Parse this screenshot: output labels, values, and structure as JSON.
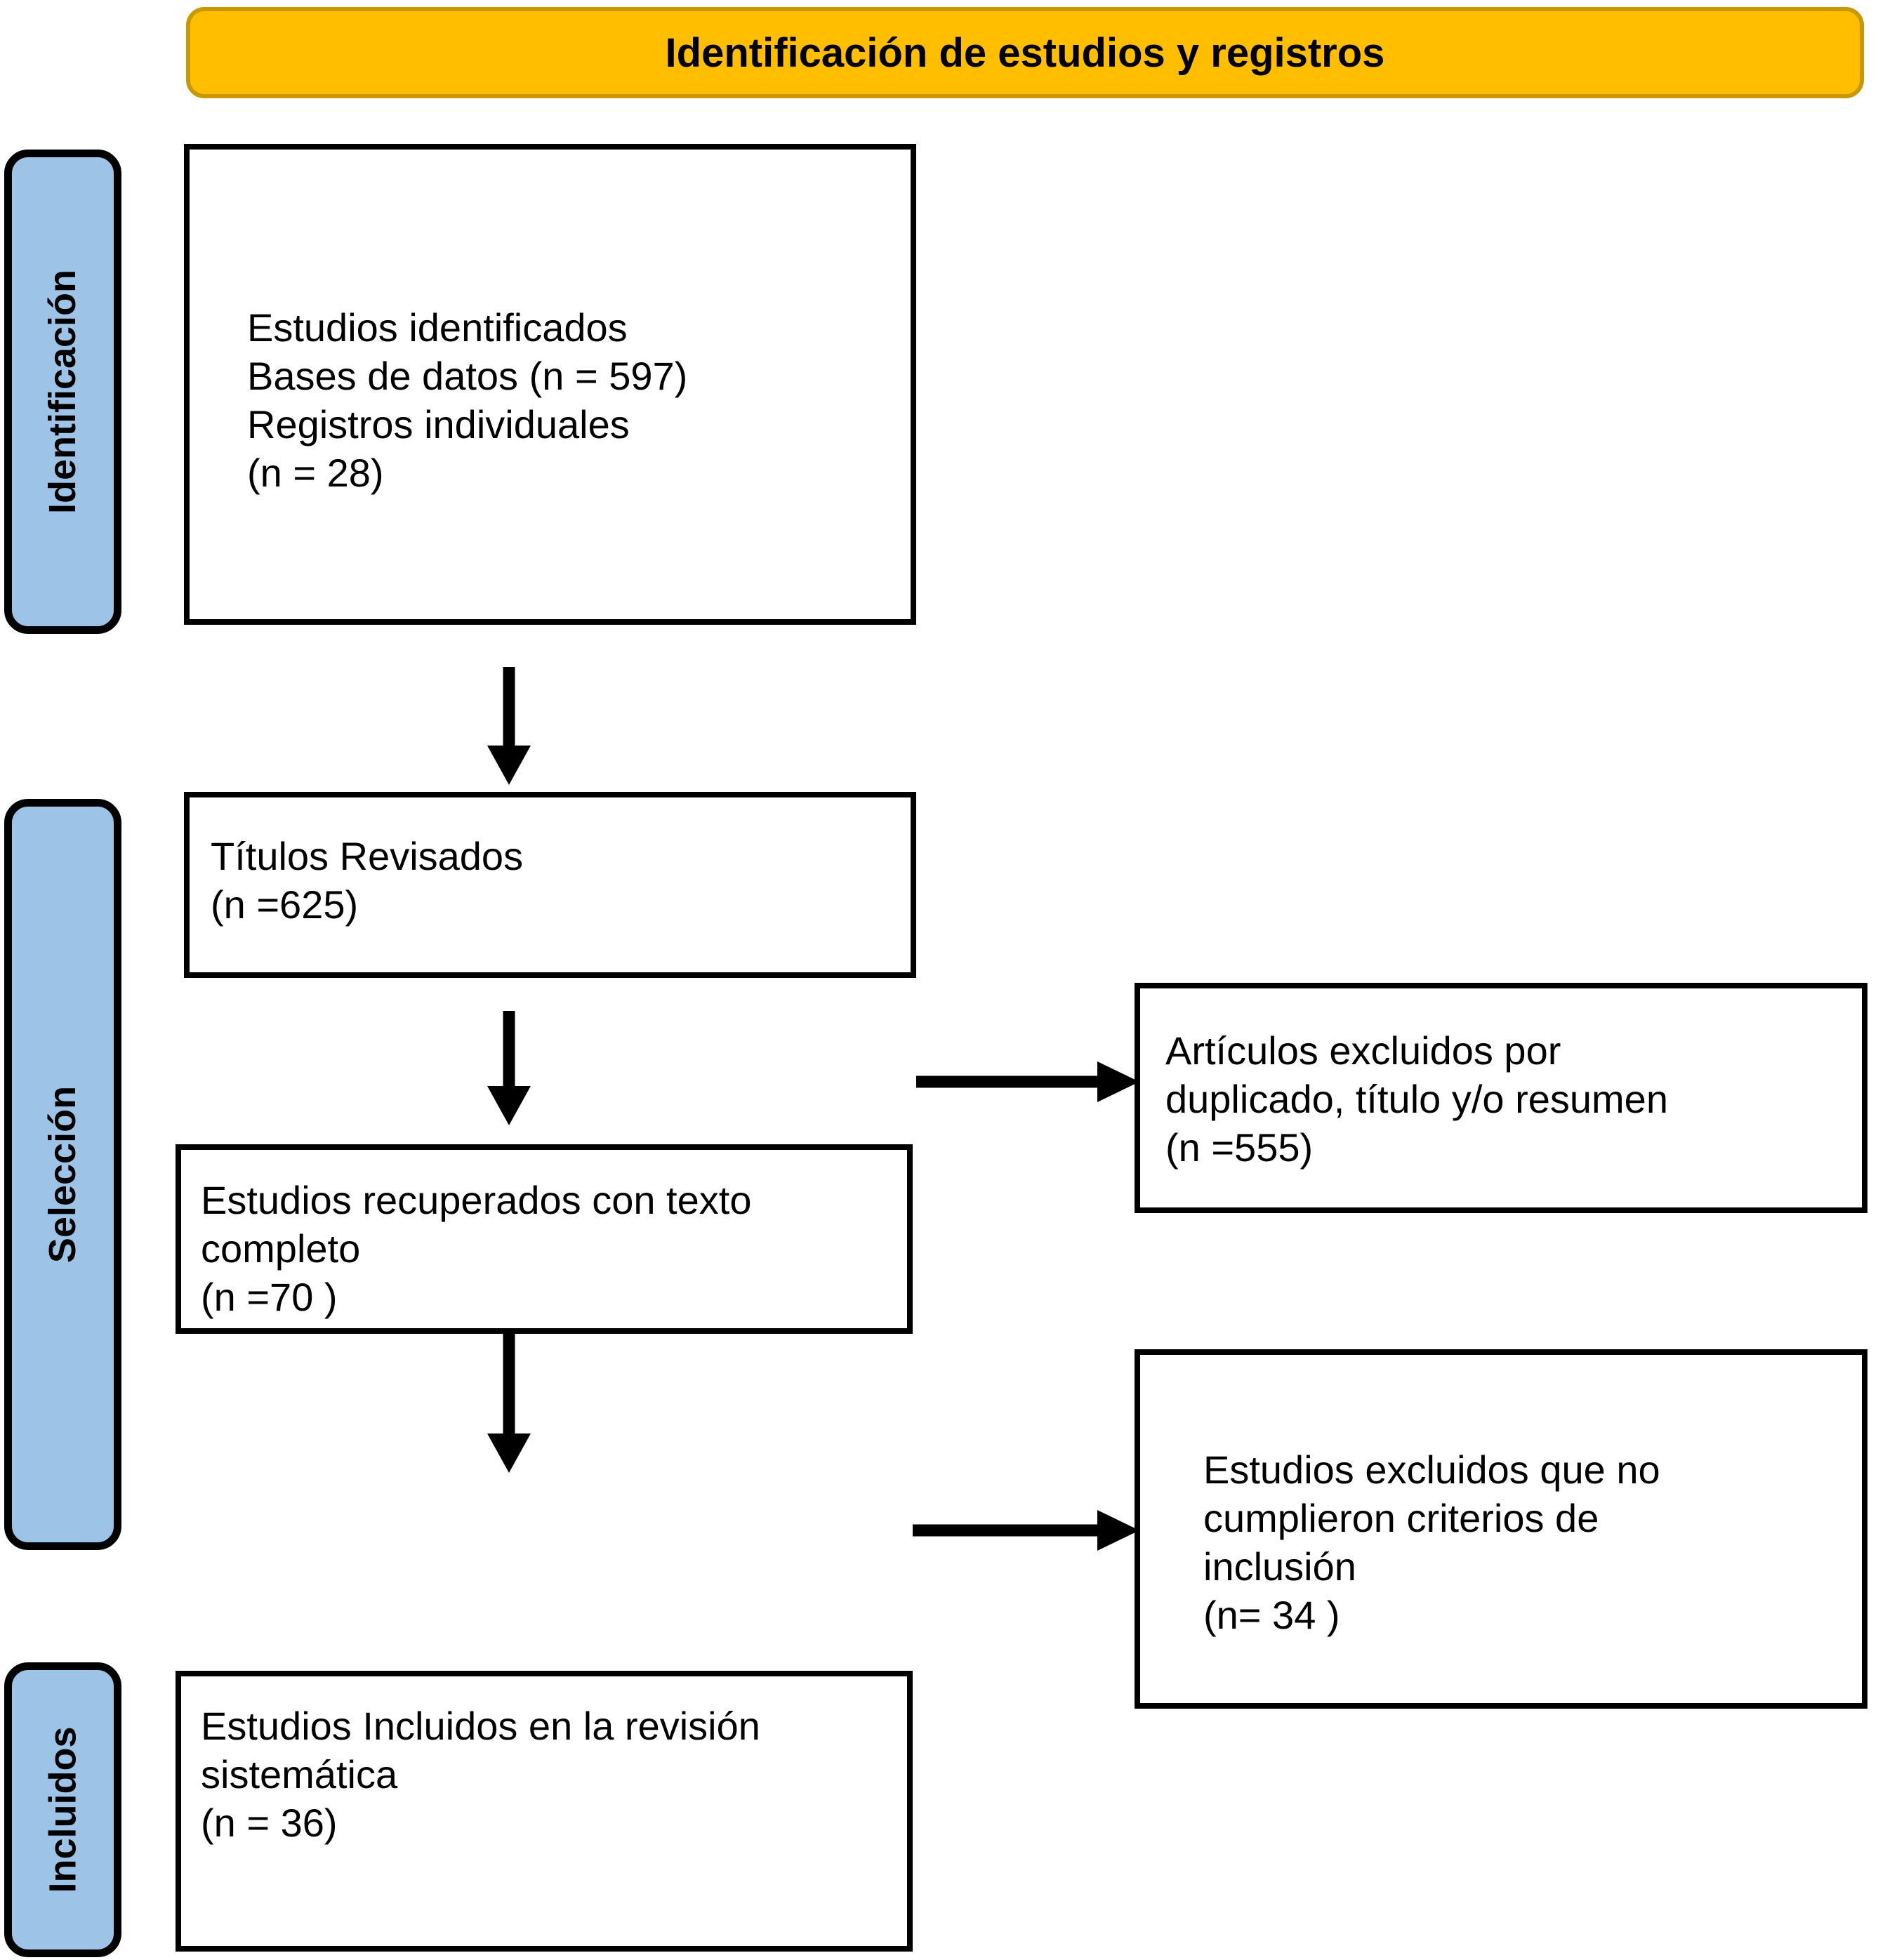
{
  "title": {
    "text": "Identificación de estudios y registros",
    "background_color": "#FFBF00",
    "border_color": "#C99700"
  },
  "stages": [
    {
      "id": "identificacion",
      "label": "Identificación",
      "color": "#9DC3E6"
    },
    {
      "id": "seleccion",
      "label": "Selección",
      "color": "#9DC3E6"
    },
    {
      "id": "incluidos",
      "label": "Incluidos",
      "color": "#9DC3E6"
    }
  ],
  "boxes": {
    "identified": {
      "text": "Estudios identificados\nBases de datos  (n = 597)\nRegistros individuales\n (n = 28)"
    },
    "titles_screened": {
      "text": "Títulos Revisados\n(n =625)"
    },
    "full_text_retrieved": {
      "text": "Estudios recuperados con texto\ncompleto\n(n =70 )"
    },
    "excluded_duplicates": {
      "text": "Artículos excluidos por\nduplicado, título y/o resumen\n(n =555)"
    },
    "excluded_criteria": {
      "text": "Estudios excluidos que no\ncumplieron criterios de\ninclusión\n(n= 34 )"
    },
    "included": {
      "text": "Estudios Incluidos en la revisión\nsistemática\n(n = 36)"
    }
  },
  "chart_data": {
    "type": "diagram",
    "diagram_kind": "prisma-flow",
    "title": "Identificación de estudios y registros",
    "stages": [
      "Identificación",
      "Selección",
      "Incluidos"
    ],
    "nodes": [
      {
        "id": "identified",
        "stage": "Identificación",
        "label": "Estudios identificados / Bases de datos / Registros individuales",
        "n_databases": 597,
        "n_registers": 28
      },
      {
        "id": "titles_screened",
        "stage": "Selección",
        "label": "Títulos Revisados",
        "n": 625
      },
      {
        "id": "excluded_duplicates",
        "stage": "Selección",
        "label": "Artículos excluidos por duplicado, título y/o resumen",
        "n": 555
      },
      {
        "id": "full_text_retrieved",
        "stage": "Selección",
        "label": "Estudios recuperados con texto completo",
        "n": 70
      },
      {
        "id": "excluded_criteria",
        "stage": "Selección",
        "label": "Estudios excluidos que no cumplieron criterios de inclusión",
        "n": 34
      },
      {
        "id": "included",
        "stage": "Incluidos",
        "label": "Estudios Incluidos en la revisión sistemática",
        "n": 36
      }
    ],
    "edges": [
      {
        "from": "identified",
        "to": "titles_screened",
        "direction": "down"
      },
      {
        "from": "titles_screened",
        "to": "full_text_retrieved",
        "direction": "down"
      },
      {
        "from": "titles_screened",
        "to": "excluded_duplicates",
        "direction": "right"
      },
      {
        "from": "full_text_retrieved",
        "to": "included",
        "direction": "down"
      },
      {
        "from": "full_text_retrieved",
        "to": "excluded_criteria",
        "direction": "right"
      }
    ]
  }
}
